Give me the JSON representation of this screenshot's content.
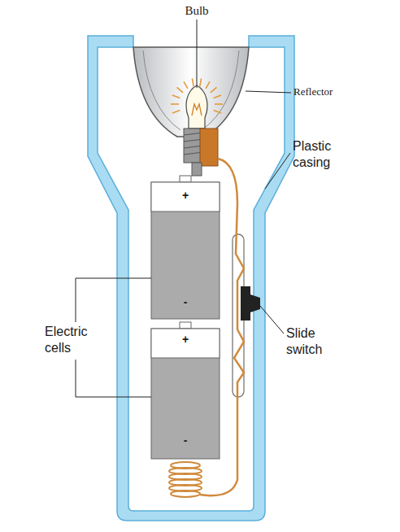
{
  "diagram": {
    "labels": [
      "Bulb",
      "Reflector",
      "Plastic casing",
      "Electric cells",
      "Slide switch",
      "+",
      "-",
      "+",
      "-"
    ]
  }
}
